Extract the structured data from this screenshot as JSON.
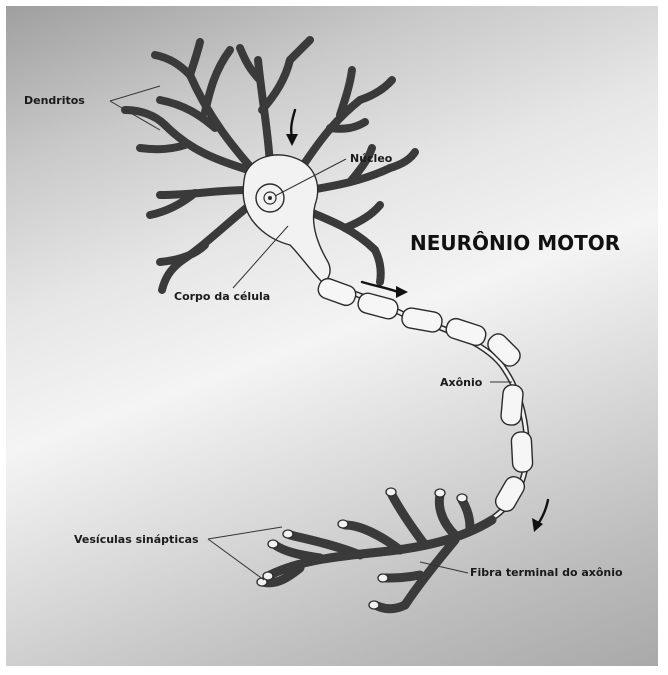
{
  "title": "NEURÔNIO MOTOR",
  "labels": {
    "dendritos": "Dendritos",
    "nucleo": "Núcleo",
    "corpo": "Corpo da célula",
    "axonio": "Axônio",
    "vesiculas": "Vesículas sinápticas",
    "fibra": "Fibra terminal do axônio"
  },
  "colors": {
    "outline": "#2c2c2c",
    "cell_fill": "#f2f2f2",
    "text": "#111111"
  }
}
